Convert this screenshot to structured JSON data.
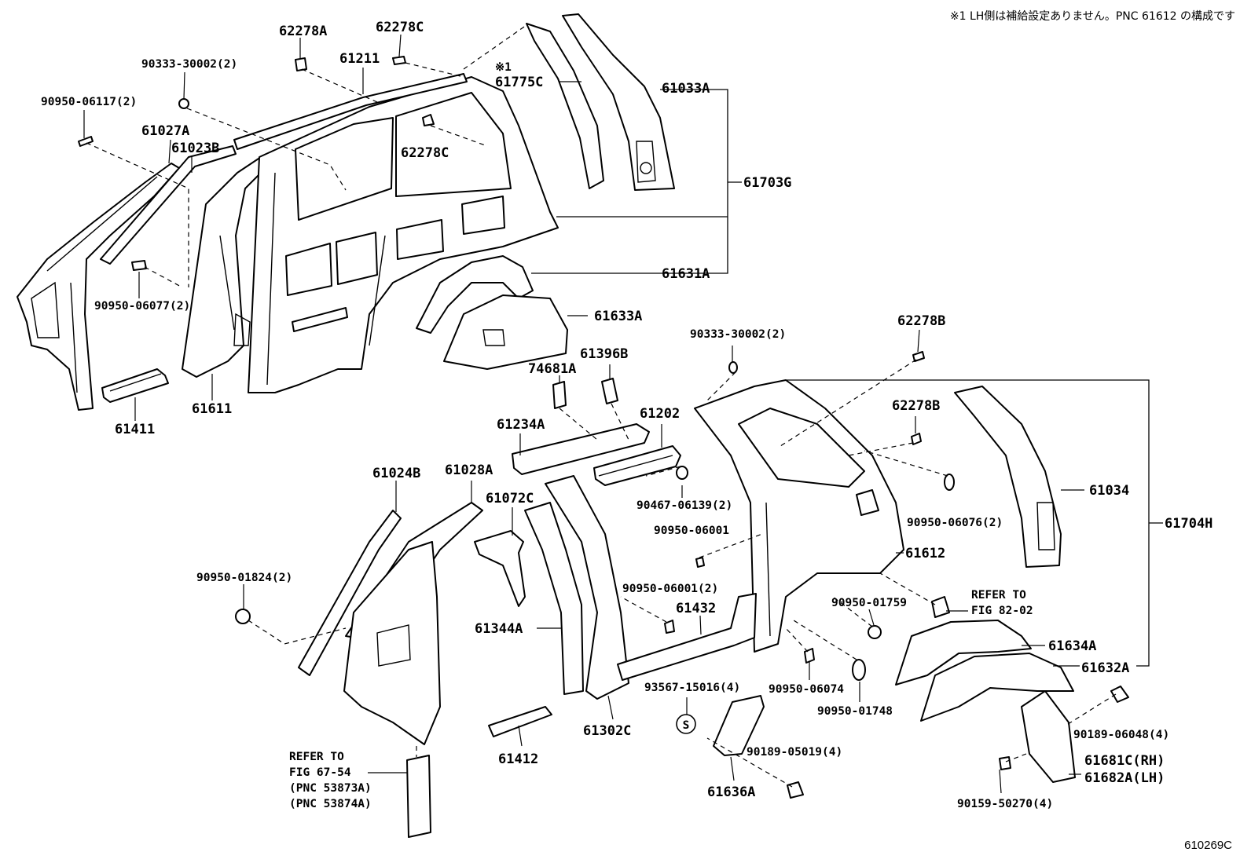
{
  "header_note": "※1 LH側は補給設定ありません。PNC 61612 の構成です",
  "figure_id": "610269C",
  "callouts": {
    "c62278A": "62278A",
    "c62278C_top": "62278C",
    "c90333_top": "90333-30002(2)",
    "c61211": "61211",
    "c90950_06117": "90950-06117(2)",
    "c61027A": "61027A",
    "c61023B": "61023B",
    "c62278C_mid": "62278C",
    "c_note1": "※1",
    "c61775C": "61775C",
    "c61033A": "61033A",
    "c61703G": "61703G",
    "c61631A": "61631A",
    "c61633A": "61633A",
    "c90950_06077": "90950-06077(2)",
    "c61611": "61611",
    "c61411": "61411",
    "c90333_mid": "90333-30002(2)",
    "c62278B_top": "62278B",
    "c61396B": "61396B",
    "c74681A": "74681A",
    "c61202": "61202",
    "c61234A": "61234A",
    "c62278B_mid": "62278B",
    "c61034": "61034",
    "c61704H": "61704H",
    "c90467": "90467-06139(2)",
    "c90950_06076": "90950-06076(2)",
    "c61024B": "61024B",
    "c61028A": "61028A",
    "c61072C": "61072C",
    "c90950_06001a": "90950-06001",
    "c61612": "61612",
    "c90950_01824": "90950-01824(2)",
    "c90950_06001b": "90950-06001(2)",
    "c61432": "61432",
    "c90950_01759": "90950-01759",
    "c61344A": "61344A",
    "c61634A": "61634A",
    "c61632A": "61632A",
    "c93567": "93567-15016(4)",
    "c90950_06074": "90950-06074",
    "c90950_01748": "90950-01748",
    "c61302C": "61302C",
    "c61412": "61412",
    "c90189_06048": "90189-06048(4)",
    "c90189_05019": "90189-05019(4)",
    "c61681C": "61681C(RH)",
    "c61682A": "61682A(LH)",
    "c61636A": "61636A",
    "c90159": "90159-50270(4)",
    "c_s": "S"
  },
  "refer_82": {
    "line1": "REFER TO",
    "line2": "FIG 82-02"
  },
  "refer_67": {
    "line1": "REFER TO",
    "line2": "FIG 67-54",
    "line3": "(PNC 53873A)",
    "line4": "(PNC 53874A)"
  }
}
